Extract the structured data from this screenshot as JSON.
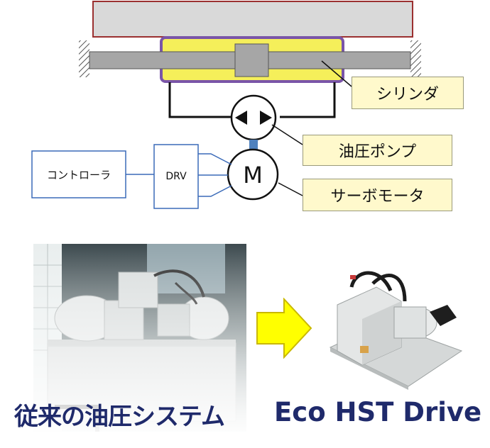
{
  "diagram": {
    "callouts": {
      "cylinder": "シリンダ",
      "hydraulic_pump": "油圧ポンプ",
      "servo_motor": "サーボモータ"
    },
    "blocks": {
      "controller": "コントローラ",
      "driver": "DRV",
      "motor_symbol": "M"
    }
  },
  "comparison": {
    "before_caption": "従来の油圧システム",
    "after_caption": "Eco HST Drive"
  },
  "colors": {
    "arrow": "#ffff00",
    "caption": "#1f2a6b",
    "callout_bg": "#fff9cc",
    "cylinder_fill": "#f5ef5a",
    "cylinder_border": "#7a55a8",
    "block_border": "#3a6ab8",
    "platen_border": "#9b3030"
  }
}
